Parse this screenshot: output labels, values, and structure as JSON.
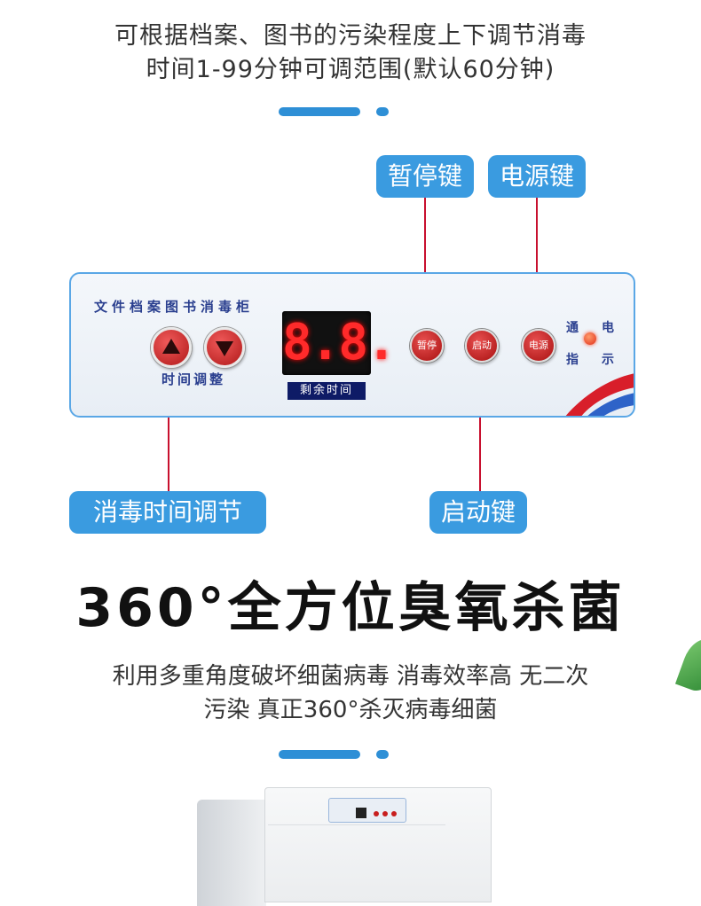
{
  "intro": {
    "line1": "可根据档案、图书的污染程度上下调节消毒",
    "line2": "时间1-99分钟可调范围(默认60分钟)"
  },
  "callouts": {
    "pause": "暂停键",
    "power": "电源键",
    "time_adjust": "消毒时间调节",
    "start": "启动键"
  },
  "panel": {
    "title": "文件档案图书消毒柜",
    "adjust_label": "时间调整",
    "display_value": "8.8.",
    "display_label": "剩余时间",
    "btn_pause": "暂停",
    "btn_start": "启动",
    "btn_power": "电源",
    "indicator_chars": [
      "通",
      "电",
      "指",
      "示"
    ]
  },
  "section": {
    "heading": "360°全方位臭氧杀菌",
    "desc_line1": "利用多重角度破坏细菌病毒 消毒效率高 无二次",
    "desc_line2": "污染 真正360°杀灭病毒细菌"
  },
  "colors": {
    "accent_blue": "#3a9be0",
    "leader_red": "#c8102e",
    "panel_text": "#2a3f8f",
    "led_red": "#ff2a2a"
  }
}
